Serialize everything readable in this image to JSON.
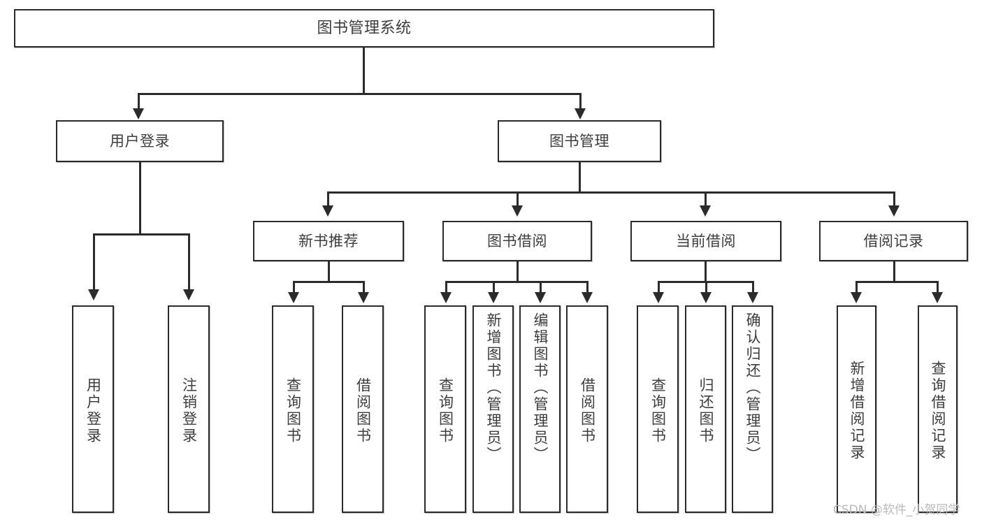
{
  "diagram": {
    "type": "tree-hierarchy-chart",
    "title": "图书管理系统",
    "root": {
      "label": "图书管理系统"
    },
    "level2": [
      {
        "label": "用户登录"
      },
      {
        "label": "图书管理"
      }
    ],
    "level3": [
      {
        "label": "新书推荐"
      },
      {
        "label": "图书借阅"
      },
      {
        "label": "当前借阅"
      },
      {
        "label": "借阅记录"
      }
    ],
    "leaves": {
      "user_login": [
        {
          "label": "用户登录"
        },
        {
          "label": "注销登录"
        }
      ],
      "new_book_recommend": [
        {
          "label": "查询图书"
        },
        {
          "label": "借阅图书"
        }
      ],
      "book_borrow": [
        {
          "label": "查询图书"
        },
        {
          "label": "新增图书（管理员）"
        },
        {
          "label": "编辑图书（管理员）"
        },
        {
          "label": "借阅图书"
        }
      ],
      "current_borrow": [
        {
          "label": "查询图书"
        },
        {
          "label": "归还图书"
        },
        {
          "label": "确认归还（管理员）"
        }
      ],
      "borrow_record": [
        {
          "label": "新增借阅记录"
        },
        {
          "label": "查询借阅记录"
        }
      ]
    }
  },
  "watermark": {
    "text": "CSDN @软件_小贺同学"
  },
  "colors": {
    "stroke": "#2b2b2b",
    "text": "#3d3d3d",
    "background": "#ffffff",
    "watermark": "#b9b9b9"
  }
}
